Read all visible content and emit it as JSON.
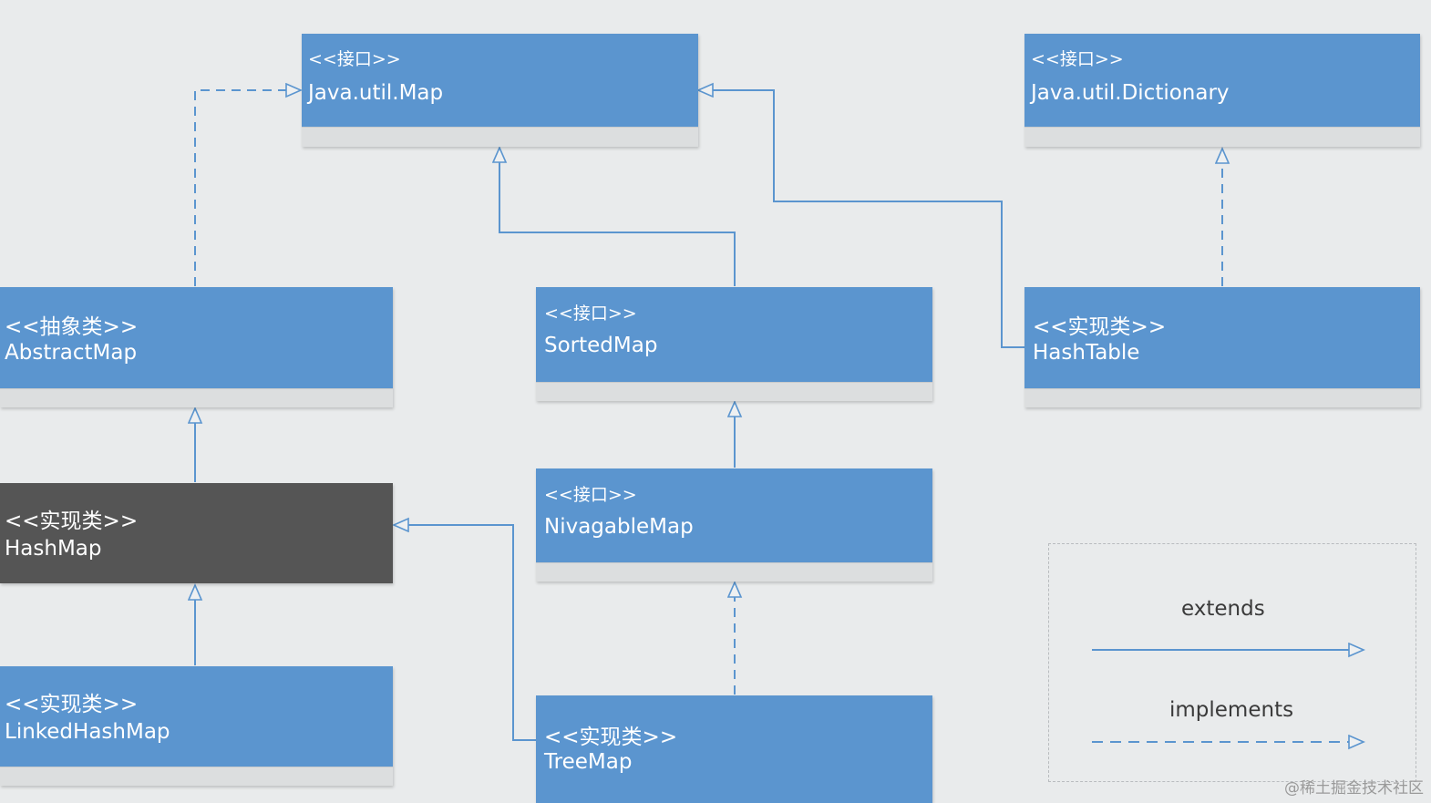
{
  "nodes": {
    "map": {
      "stereotype": "<<接口>>",
      "name": "Java.util.Map"
    },
    "dictionary": {
      "stereotype": "<<接口>>",
      "name": "Java.util.Dictionary"
    },
    "abstractmap": {
      "stereotype": "<<抽象类>>",
      "name": "AbstractMap"
    },
    "sortedmap": {
      "stereotype": "<<接口>>",
      "name": "SortedMap"
    },
    "hashtable": {
      "stereotype": "<<实现类>>",
      "name": "HashTable"
    },
    "hashmap": {
      "stereotype": "<<实现类>>",
      "name": "HashMap"
    },
    "navigablemap": {
      "stereotype": "<<接口>>",
      "name": "NivagableMap"
    },
    "linkedhashmap": {
      "stereotype": "<<实现类>>",
      "name": "LinkedHashMap"
    },
    "treemap": {
      "stereotype": "<<实现类>>",
      "name": "TreeMap"
    }
  },
  "relations": [
    {
      "from": "abstractmap",
      "to": "map",
      "type": "implements"
    },
    {
      "from": "sortedmap",
      "to": "map",
      "type": "extends"
    },
    {
      "from": "hashtable",
      "to": "map",
      "type": "extends"
    },
    {
      "from": "hashtable",
      "to": "dictionary",
      "type": "implements"
    },
    {
      "from": "hashmap",
      "to": "abstractmap",
      "type": "extends"
    },
    {
      "from": "navigablemap",
      "to": "sortedmap",
      "type": "extends"
    },
    {
      "from": "linkedhashmap",
      "to": "hashmap",
      "type": "extends"
    },
    {
      "from": "treemap",
      "to": "hashmap",
      "type": "extends"
    },
    {
      "from": "treemap",
      "to": "navigablemap",
      "type": "implements"
    }
  ],
  "legend": {
    "extends_label": "extends",
    "implements_label": "implements"
  },
  "colors": {
    "box": "#5b95cf",
    "box_highlight": "#555555",
    "connector": "#5b95cf",
    "background": "#e9ebec"
  },
  "watermark": "@稀土掘金技术社区"
}
